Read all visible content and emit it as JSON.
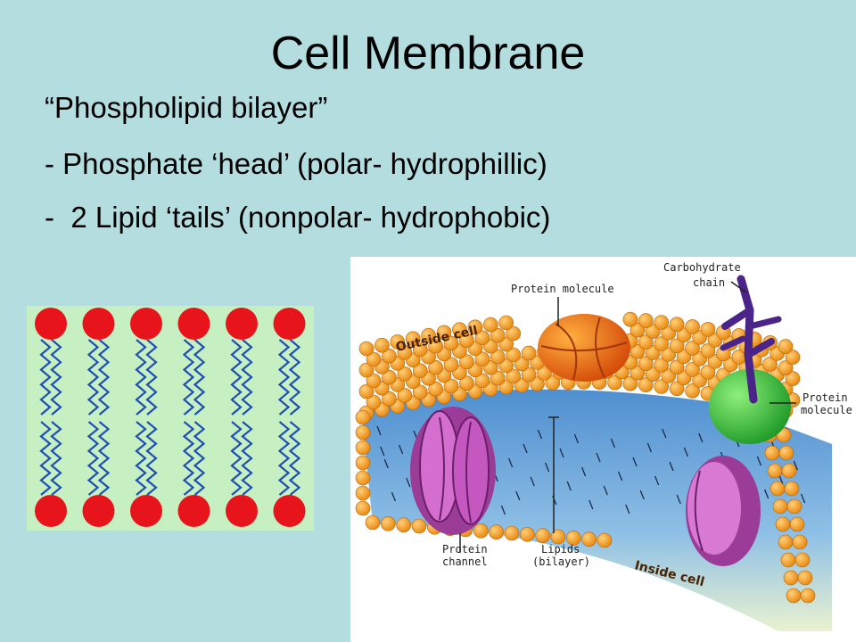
{
  "slide": {
    "title": "Cell Membrane",
    "bullets": [
      "“Phospholipid bilayer”",
      "- Phosphate ‘head’ (polar- hydrophillic)",
      "-  2 Lipid ‘tails’ (nonpolar- hydrophobic)"
    ]
  },
  "membrane_diagram": {
    "labels": {
      "carbohydrate_chain_line1": "Carbohydrate",
      "carbohydrate_chain_line2": "chain",
      "protein_molecule_top": "Protein molecule",
      "protein_molecule_right_line1": "Protein",
      "protein_molecule_right_line2": "molecule",
      "outside_cell": "Outside cell",
      "inside_cell": "Inside cell",
      "protein_channel_line1": "Protein",
      "protein_channel_line2": "channel",
      "lipids_line1": "Lipids",
      "lipids_line2": "(bilayer)"
    }
  },
  "colors": {
    "slide_background": "#b4dde0",
    "phosphate_head": "#e8141c",
    "lipid_tail": "#1f4fb4",
    "bilayer_background": "#c6f0c2",
    "membrane_head": "#f39a1e",
    "membrane_core": "#6aa6d8",
    "protein_channel": "#b64fb0",
    "protein_top": "#f06a10",
    "protein_right": "#2fbf38",
    "carbohydrate": "#5a2c9c"
  }
}
